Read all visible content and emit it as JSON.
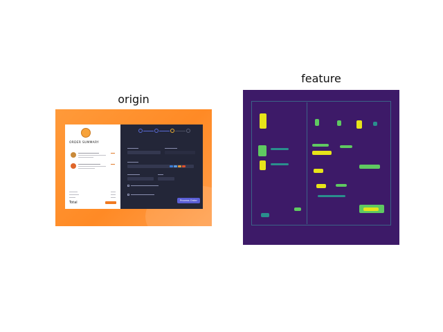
{
  "panels": {
    "origin": {
      "title": "origin"
    },
    "feature": {
      "title": "feature"
    }
  },
  "screenshot": {
    "order_summary_title": "ORDER SUMMARY",
    "total_label": "Total",
    "pay_button_label": "Process Order",
    "steps_count": 4,
    "active_step": 3
  },
  "colors": {
    "background_orange": "#ff8a25",
    "card_dark": "#232638",
    "accent_blue": "#5b5fd6",
    "accent_orange": "#f07a22",
    "feature_bg": "#3d1a68",
    "feature_hot": "#e7e419",
    "feature_mid": "#5fc961"
  }
}
